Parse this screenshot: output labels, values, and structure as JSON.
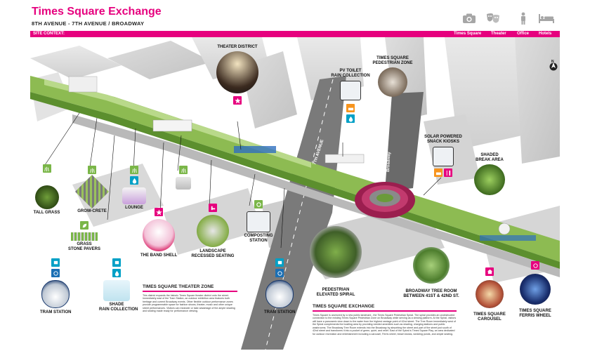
{
  "header": {
    "title": "Times Square Exchange",
    "subtitle_text": "8TH AVENUE - 7TH AVENUE / BROADWAY",
    "icons": [
      "camera-icon",
      "theater-masks-icon",
      "person-icon",
      "bed-icon"
    ]
  },
  "bar": {
    "label": "SITE CONTEXT:",
    "nav": [
      "Times Square",
      "Theater",
      "Office",
      "Hotels"
    ]
  },
  "map": {
    "compass": "N",
    "streets": {
      "seventh": "7TH AVENUE",
      "broadway": "Broadway"
    },
    "callouts": {
      "theater_district": "THEATER DISTRICT",
      "pedestrian_zone": "TIMES SQUARE\nPEDESTRIAN ZONE",
      "pv_toilet": "PV TOILET\nRAIN COLLECTION",
      "solar_kiosks": "SOLAR POWERED\nSNACK KIOSKS",
      "shaded_break": "SHADED\nBREAK AREA",
      "tall_grass": "TALL GRASS",
      "grow_crete": "GROW-CRETE",
      "lounge": "LOUNGE",
      "grass_pavers": "GRASS\nSTONE PAVERS",
      "composting": "COMPOSTING\nSTATION",
      "band_shell": "THE BAND SHELL",
      "landscape_seating": "LANDSCAPE\nRECESSED SEATING",
      "shade_rain": "SHADE\nRAIN COLLECTION",
      "tram_station_1": "TRAM STATION",
      "tram_station_2": "TRAM STATION",
      "elevated_spiral": "PEDESTRIAN\nELEVATED SPIRAL",
      "tree_room": "BROADWAY TREE ROOM\nBETWEEN 41ST & 42ND ST.",
      "carousel": "TIMES SQUARE\nCAROUSEL",
      "ferris_wheel": "TIMES SQUARE\nFERRIS WHEEL"
    }
  },
  "zones": {
    "theater_zone": {
      "heading": "TIMES SQUARE THEATER ZONE",
      "text": "This district expands the historic Times Square theater district onto the street. Immediately east of the Tram Station, an outdoor exhibition area features both heritage and current Broadway events. Other flexible outdoor performance zones provide programmable space for fashion shows, theater, music and other unique street performances. Visitors can meander or take advantage of the ample shading and seating made ready for performance viewing."
    },
    "exchange": {
      "heading": "TIMES SQUARE EXCHANGE",
      "text": "Times Square is anchored by a new public landmark - the Times Square Pedestrian Spiral. The spiral provides an unobstructed connection to the existing Times Square Pedestrian Zone on Broadway while serving as a viewing platform. At the Spiral, visitors will have a panoramic view down to the water from the highest vantage point of 42nd street. The Tree Room immediately west of the Spiral complements the bustling area by providing needed amenities such as shading, charging stations and public washrooms. The Broadway Tree Room extends into the Broadway by absorbing the street and part of the street just south of 42nd street and transforms it into a pocket of green, quiet, and relief. East of the Spiral is Times Square Play, an area dedicated for outdoor recreation and entertainment including a carousel, Ferris wheel, beach kiosks, wedding ponds, and ample seating."
    }
  },
  "colors": {
    "brand": "#e6007e",
    "green": "#7ab648",
    "cyan": "#00a0c6",
    "orange": "#f7941d",
    "blue": "#1a6fb4"
  }
}
